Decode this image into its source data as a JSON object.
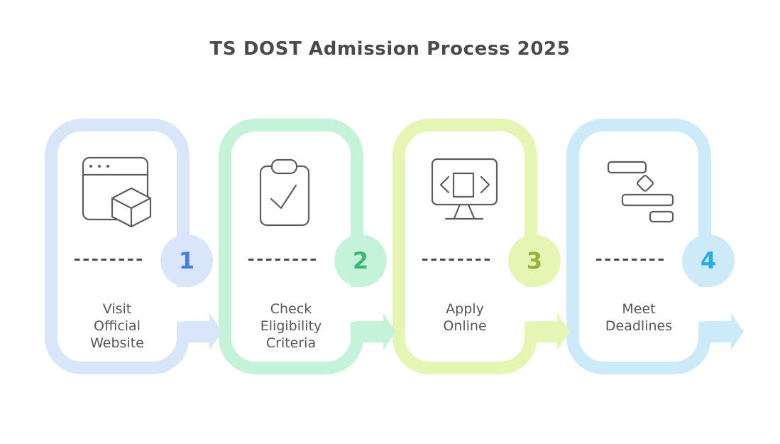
{
  "title": "TS DOST Admission Process 2025",
  "colors": {
    "background": "#ffffff",
    "title_text": "#4a4a4a",
    "label_text": "#54575a",
    "dash_color": "#4a4e52",
    "icon_stroke": "#5a5e62"
  },
  "steps": [
    {
      "number": "1",
      "label": "Visit Official Website",
      "label_lines": [
        "Visit",
        "Official",
        "Website"
      ],
      "icon": "browser-cube-icon",
      "accent_color": "#d9e5fb",
      "number_color": "#4a7ce0"
    },
    {
      "number": "2",
      "label": "Check Eligibility Criteria",
      "label_lines": [
        "Check",
        "Eligibility",
        "Criteria"
      ],
      "icon": "clipboard-check-icon",
      "accent_color": "#c7f2da",
      "number_color": "#3bb873"
    },
    {
      "number": "3",
      "label": "Apply Online",
      "label_lines": [
        "Apply",
        "Online"
      ],
      "icon": "monitor-code-icon",
      "accent_color": "#e4f5b4",
      "number_color": "#94b23a"
    },
    {
      "number": "4",
      "label": "Meet Deadlines",
      "label_lines": [
        "Meet",
        "Deadlines"
      ],
      "icon": "gantt-chart-icon",
      "accent_color": "#cdeafa",
      "number_color": "#29ace4"
    }
  ]
}
